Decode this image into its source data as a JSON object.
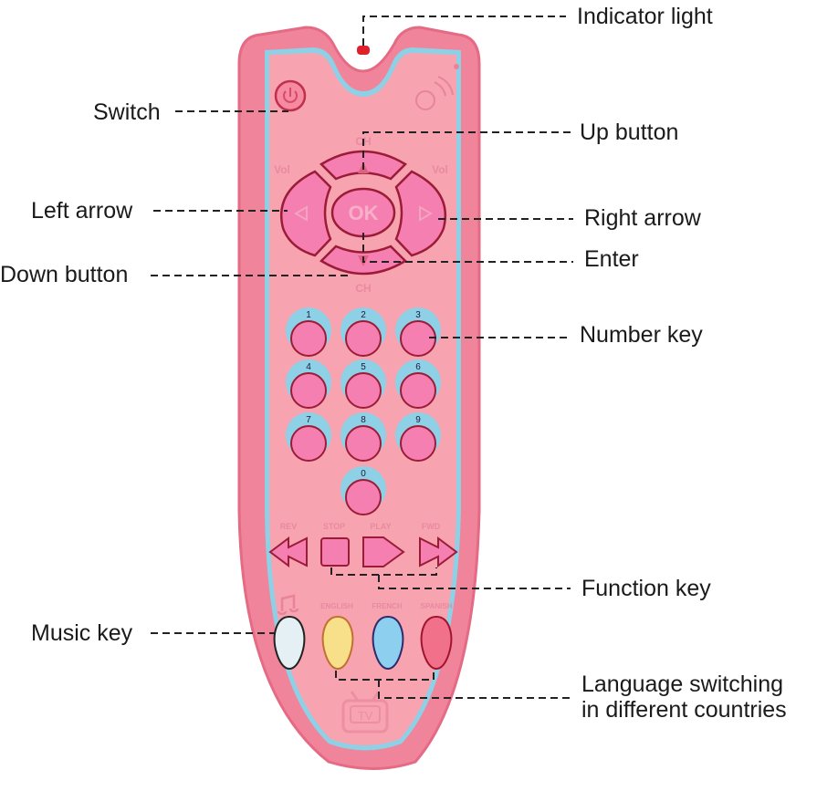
{
  "callouts": {
    "indicator_light": "Indicator light",
    "switch": "Switch",
    "up_button": "Up button",
    "left_arrow": "Left arrow",
    "right_arrow": "Right arrow",
    "enter": "Enter",
    "down_button": "Down button",
    "number_key": "Number key",
    "function_key": "Function key",
    "music_key": "Music key",
    "language_line1": "Language switching",
    "language_line2": "in different countries"
  },
  "remote": {
    "ch_top": "CH",
    "ch_bottom": "CH",
    "vol_left": "Vol",
    "vol_right": "Vol",
    "ok": "OK",
    "numbers": [
      "1",
      "2",
      "3",
      "4",
      "5",
      "6",
      "7",
      "8",
      "9",
      "0"
    ],
    "function_labels": [
      "REV",
      "STOP",
      "PLAY",
      "FWD"
    ],
    "language_labels": [
      "ENGLISH",
      "FRENCH",
      "SPANISH"
    ],
    "tv_logo": "TV"
  },
  "colors": {
    "body": "#f0849a",
    "face": "#f7a3b0",
    "border_blue": "#8ed0e6",
    "button_pink": "#f47fb0",
    "egg_white": "#e4f0f4",
    "egg_yellow": "#f8e08a",
    "egg_blue": "#8ccfee",
    "egg_red": "#f2718a"
  }
}
